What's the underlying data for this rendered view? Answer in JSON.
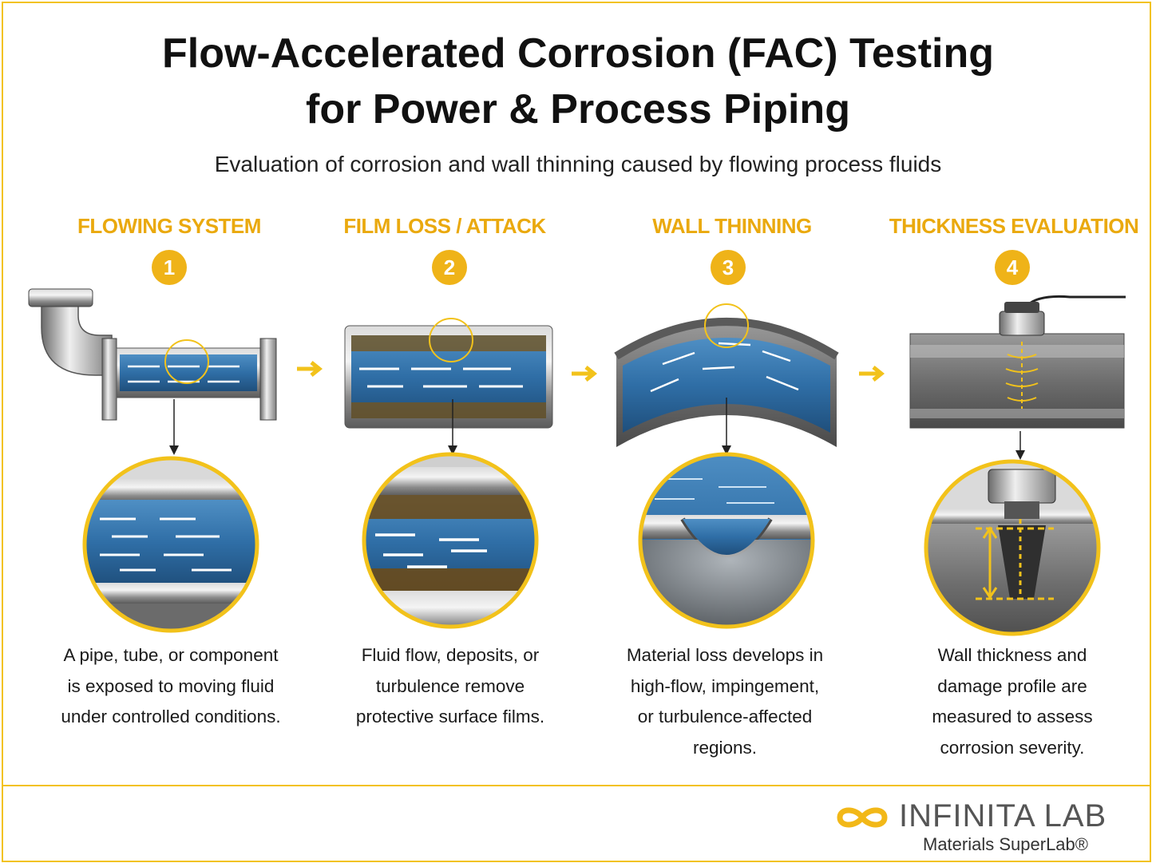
{
  "header": {
    "title_line1": "Flow-Accelerated Corrosion (FAC) Testing",
    "title_line2": "for Power & Process Piping",
    "subtitle": "Evaluation of corrosion and wall thinning caused by flowing process fluids"
  },
  "steps": [
    {
      "number": "1",
      "title": "FLOWING SYSTEM",
      "description_lines": [
        "A pipe, tube, or component",
        "is exposed to moving fluid",
        "under controlled conditions."
      ]
    },
    {
      "number": "2",
      "title": "FILM LOSS / ATTACK",
      "description_lines": [
        "Fluid flow, deposits, or",
        "turbulence remove",
        "protective surface films."
      ]
    },
    {
      "number": "3",
      "title": "WALL THINNING",
      "description_lines": [
        "Material loss develops in",
        "high-flow, impingement,",
        "or turbulence-affected",
        "regions."
      ]
    },
    {
      "number": "4",
      "title": "THICKNESS EVALUATION",
      "description_lines": [
        "Wall thickness and",
        "damage profile are",
        "measured to assess",
        "corrosion severity."
      ]
    }
  ],
  "logo": {
    "brand": "INFINITA LAB",
    "tagline": "Materials SuperLab®"
  },
  "colors": {
    "accent": "#f2c21b",
    "step_title": "#eaa90e",
    "fluid": "#2d6fa3",
    "steel": "#9a9a9a",
    "deposit": "#7a5418"
  },
  "icons": [
    "arrow-right-icon",
    "infinity-logo-icon",
    "ultrasonic-probe-icon"
  ]
}
